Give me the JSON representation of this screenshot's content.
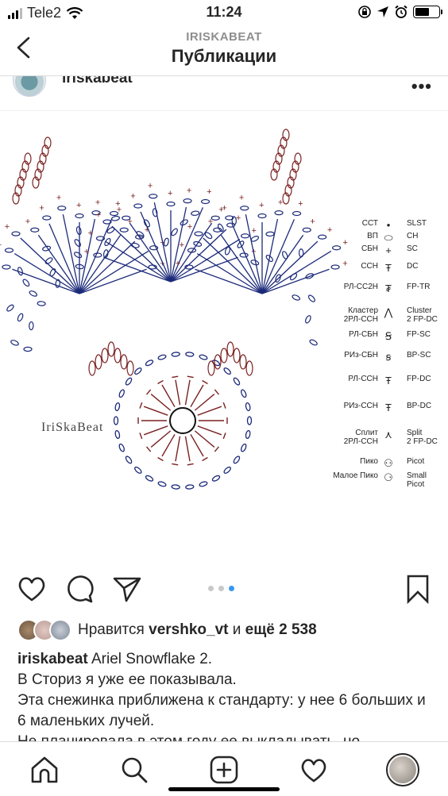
{
  "status_bar": {
    "carrier": "Tele2",
    "time": "11:24"
  },
  "header": {
    "account": "IRISKABEAT",
    "title": "Публикации"
  },
  "post": {
    "username": "iriskabeat",
    "watermark": "IriSkaBeat",
    "carousel_dots": 3,
    "active_dot": 3
  },
  "legend": [
    {
      "ru": "ССТ",
      "sym": "•",
      "en": "SLST"
    },
    {
      "ru": "ВП",
      "sym": "⬭",
      "en": "CH"
    },
    {
      "ru": "СБН",
      "sym": "+",
      "en": "SC"
    },
    {
      "ru": "ССН",
      "sym": "Ŧ",
      "en": "DC"
    },
    {
      "ru": "РЛ-СС2Н",
      "sym": "₮",
      "en": "FP-TR"
    },
    {
      "ru": "Кластер\n2РЛ-ССН",
      "sym": "⋀",
      "en": "Cluster\n2 FP-DC"
    },
    {
      "ru": "РЛ-СБН",
      "sym": "Ꞩ",
      "en": "FP-SC"
    },
    {
      "ru": "РИз-СБН",
      "sym": "ꞩ",
      "en": "BP-SC"
    },
    {
      "ru": "РЛ-ССН",
      "sym": "Ŧ",
      "en": "FP-DC"
    },
    {
      "ru": "РИз-ССН",
      "sym": "Ŧ",
      "en": "BP-DC"
    },
    {
      "ru": "Сплит\n2РЛ-ССН",
      "sym": "⋏",
      "en": "Split\n2 FP-DC"
    },
    {
      "ru": "Пико",
      "sym": "⚇",
      "en": "Picot"
    },
    {
      "ru": "Малое Пико",
      "sym": "⚆",
      "en": "Small\nPicot"
    }
  ],
  "likes": {
    "prefix": "Нравится",
    "user": "vershko_vt",
    "middle": "и",
    "count": "ещё 2 538"
  },
  "caption": {
    "username": "iriskabeat",
    "line1": "Ariel Snowflake 2.",
    "line2": "В Сториз я уже ее показывала.",
    "line3": "Эта снежинка приближена к стандарту: у нее 6 больших и 6 маленьких лучей.",
    "line4": "Не планировала в этом году ее выкладывать, но"
  }
}
